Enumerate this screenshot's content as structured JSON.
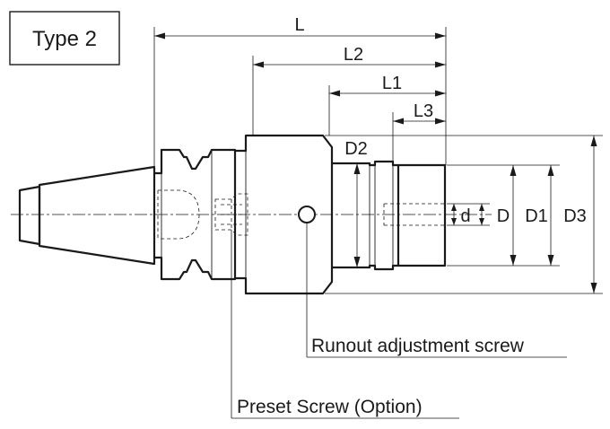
{
  "title": "Type 2",
  "dimensions": {
    "L": "L",
    "L2": "L2",
    "L1": "L1",
    "L3": "L3",
    "D2": "D2",
    "d": "d",
    "D": "D",
    "D1": "D1",
    "D3": "D3"
  },
  "callouts": {
    "runout": "Runout adjustment screw",
    "preset": "Preset Screw (Option)"
  }
}
